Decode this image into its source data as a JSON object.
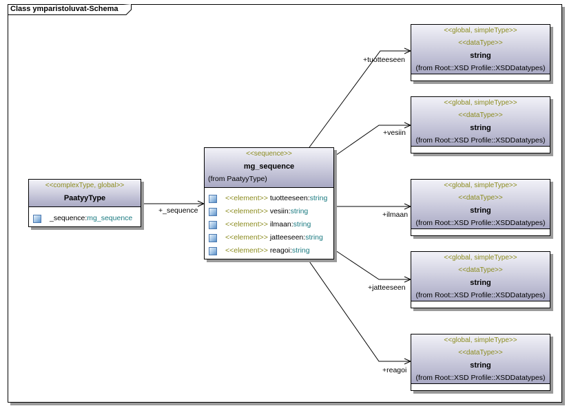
{
  "frame_title": "Class ymparistoluvat-Schema",
  "paatyy": {
    "stereotype": "<<complexType, global>>",
    "name": "PaatyyType",
    "attr_name": "_sequence:",
    "attr_type": "mg_sequence"
  },
  "seq": {
    "stereotype": "<<sequence>>",
    "name": "mg_sequence",
    "from": "(from PaatyyType)",
    "attrs": [
      {
        "stereo": "<<element>> ",
        "name": "tuotteeseen:",
        "type": "string"
      },
      {
        "stereo": "<<element>> ",
        "name": "vesiin:",
        "type": "string"
      },
      {
        "stereo": "<<element>> ",
        "name": "ilmaan:",
        "type": "string"
      },
      {
        "stereo": "<<element>> ",
        "name": "jatteeseen:",
        "type": "string"
      },
      {
        "stereo": "<<element>> ",
        "name": "reagoi:",
        "type": "string"
      }
    ]
  },
  "types": [
    {
      "stereo1": "<<global, simpleType>>",
      "stereo2": "<<dataType>>",
      "name": "string",
      "from": "(from Root::XSD Profile::XSDDatatypes)"
    },
    {
      "stereo1": "<<global, simpleType>>",
      "stereo2": "<<dataType>>",
      "name": "string",
      "from": "(from Root::XSD Profile::XSDDatatypes)"
    },
    {
      "stereo1": "<<global, simpleType>>",
      "stereo2": "<<dataType>>",
      "name": "string",
      "from": "(from Root::XSD Profile::XSDDatatypes)"
    },
    {
      "stereo1": "<<global, simpleType>>",
      "stereo2": "<<dataType>>",
      "name": "string",
      "from": "(from Root::XSD Profile::XSDDatatypes)"
    },
    {
      "stereo1": "<<global, simpleType>>",
      "stereo2": "<<dataType>>",
      "name": "string",
      "from": "(from Root::XSD Profile::XSDDatatypes)"
    }
  ],
  "roles": {
    "sequence": "+_sequence",
    "tuotteeseen": "+tuotteeseen",
    "vesiin": "+vesiin",
    "ilmaan": "+ilmaan",
    "jatteeseen": "+jatteeseen",
    "reagoi": "+reagoi"
  }
}
